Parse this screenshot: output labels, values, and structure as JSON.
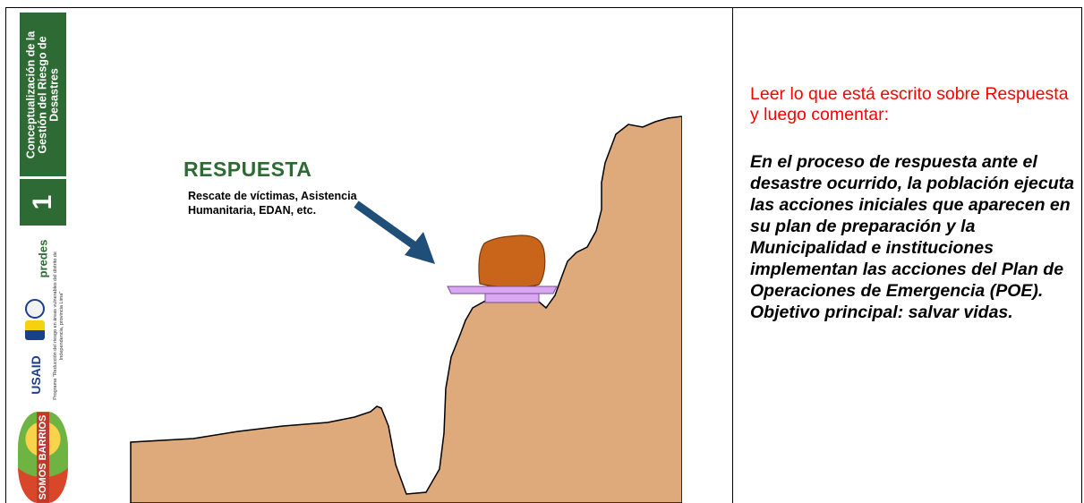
{
  "slide": {
    "sidebar_title": "Conceptualización de la Gestión del Riesgo de Desastres",
    "module_number": "1",
    "logo_predes": "predes",
    "logo_usaid": "USAID",
    "program_text": "Programa \"Reducción del riesgo en áreas vulnerables del distrito de Independencia, provincia Lima\"",
    "logo_barrios": "SOMOS BARRIOS",
    "heading": "RESPUESTA",
    "subheading": "Rescate de víctimas, Asistencia Humanitaria, EDAN, etc."
  },
  "notes": {
    "lead": "Leer lo que está escrito sobre Respuesta y luego comentar:",
    "body": "En el proceso de respuesta ante el desastre ocurrido, la población ejecuta las acciones iniciales que aparecen en su plan de preparación y la Municipalidad e instituciones implementan las acciones del Plan de Operaciones de Emergencia (POE). Objetivo principal: salvar vidas."
  },
  "colors": {
    "green": "#2e6b34",
    "terrain": "#deaa7b",
    "rock": "#c8651b",
    "platform": "#d9a8f0",
    "arrow": "#1f4e79",
    "lead_text": "#ff0000"
  }
}
